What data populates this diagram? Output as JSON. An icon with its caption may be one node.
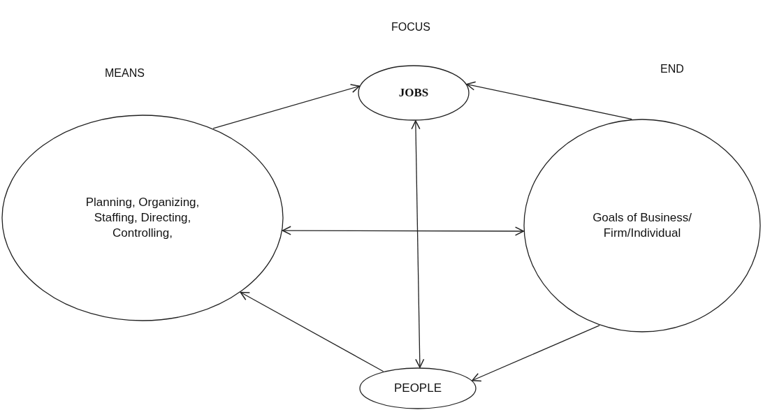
{
  "diagram": {
    "nodes": [
      {
        "text": [
          "JOBS"
        ]
      },
      {
        "text": [
          "Planning, Organizing, Staffing, Directing, Controlling,"
        ]
      },
      {
        "text": [
          "Goals of Business/ Firm/Individual"
        ]
      },
      {
        "text": [
          "PEOPLE"
        ]
      }
    ],
    "edges": [
      {
        "from": 1,
        "to": 0,
        "arrow": "to"
      },
      {
        "from": 2,
        "to": 0,
        "arrow": "to"
      },
      {
        "from": 0,
        "to": 3,
        "arrow": "both"
      },
      {
        "from": 1,
        "to": 2,
        "arrow": "both"
      },
      {
        "from": 2,
        "to": 3,
        "arrow": "to"
      },
      {
        "from": 3,
        "to": 1,
        "arrow": "to"
      }
    ],
    "labels": [
      "FOCUS",
      "MEANS",
      "END"
    ]
  }
}
